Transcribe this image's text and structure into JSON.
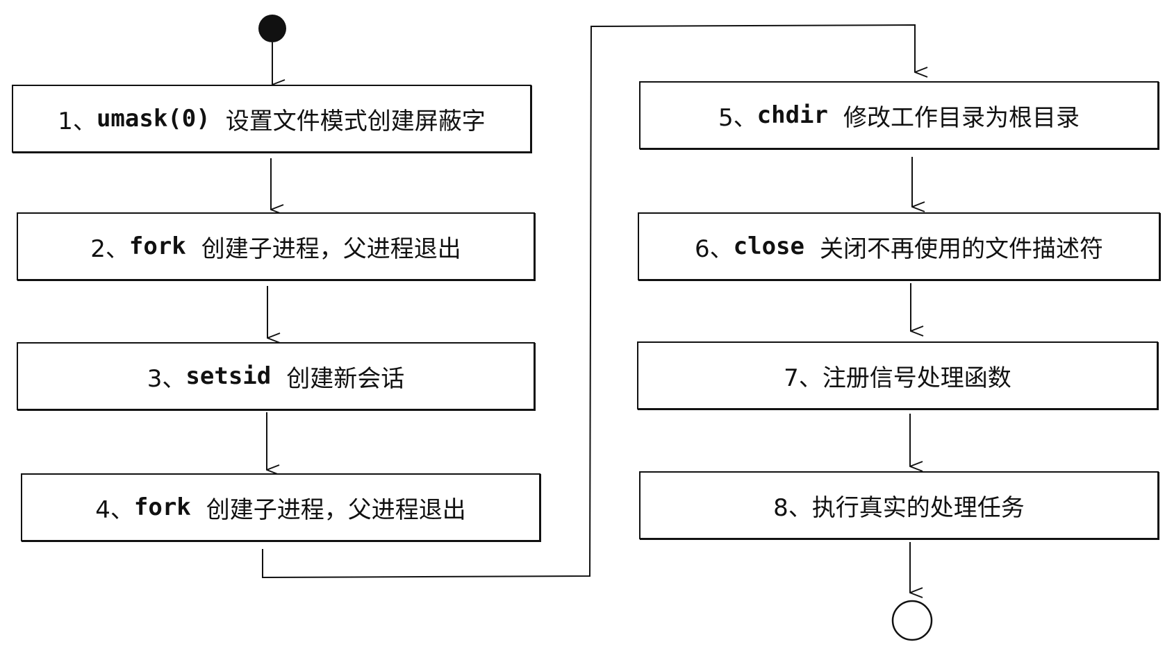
{
  "steps": [
    {
      "num": "1、",
      "cmd": "umask(0)",
      "desc": "设置文件模式创建屏蔽字"
    },
    {
      "num": "2、",
      "cmd": "fork",
      "desc": "创建子进程，父进程退出"
    },
    {
      "num": "3、",
      "cmd": "setsid",
      "desc": "创建新会话"
    },
    {
      "num": "4、",
      "cmd": "fork",
      "desc": "创建子进程，父进程退出"
    },
    {
      "num": "5、",
      "cmd": "chdir",
      "desc": "修改工作目录为根目录"
    },
    {
      "num": "6、",
      "cmd": "close",
      "desc": "关闭不再使用的文件描述符"
    },
    {
      "num": "7、",
      "cmd": "",
      "desc": "注册信号处理函数"
    },
    {
      "num": "8、",
      "cmd": "",
      "desc": "执行真实的处理任务"
    }
  ]
}
